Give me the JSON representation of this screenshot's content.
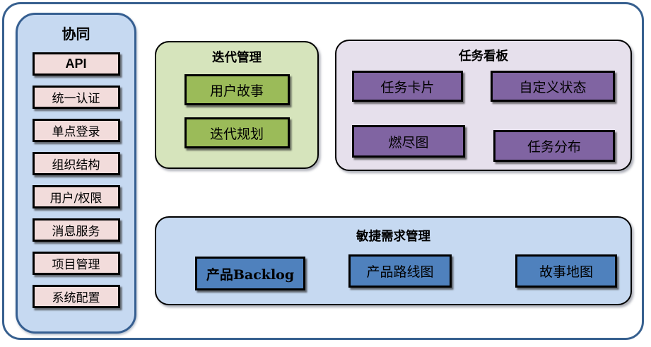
{
  "sidebar": {
    "title": "协同",
    "items": [
      "API",
      "统一认证",
      "单点登录",
      "组织结构",
      "用户/权限",
      "消息服务",
      "项目管理",
      "系统配置"
    ]
  },
  "groups": {
    "iteration": {
      "title": "迭代管理",
      "items": [
        "用户故事",
        "迭代规划"
      ]
    },
    "kanban": {
      "title": "任务看板",
      "items": [
        "任务卡片",
        "自定义状态",
        "燃尽图",
        "任务分布"
      ]
    },
    "agile": {
      "title": "敏捷需求管理",
      "items": [
        "产品Backlog",
        "产品路线图",
        "故事地图"
      ]
    }
  },
  "colors": {
    "frame_border": "#376092",
    "sidebar_fill": "#C6D9F1",
    "sidebar_border": "#365F91",
    "sidebar_item_fill": "#F2DCDB",
    "iteration_fill": "#D6E4BC",
    "iteration_item_fill": "#9BBB59",
    "kanban_fill": "#E6E0EC",
    "kanban_item_fill": "#8064A2",
    "agile_fill": "#C6D9F1",
    "agile_item_fill": "#4F81BD",
    "box_border": "#000000",
    "text": "#000000"
  }
}
